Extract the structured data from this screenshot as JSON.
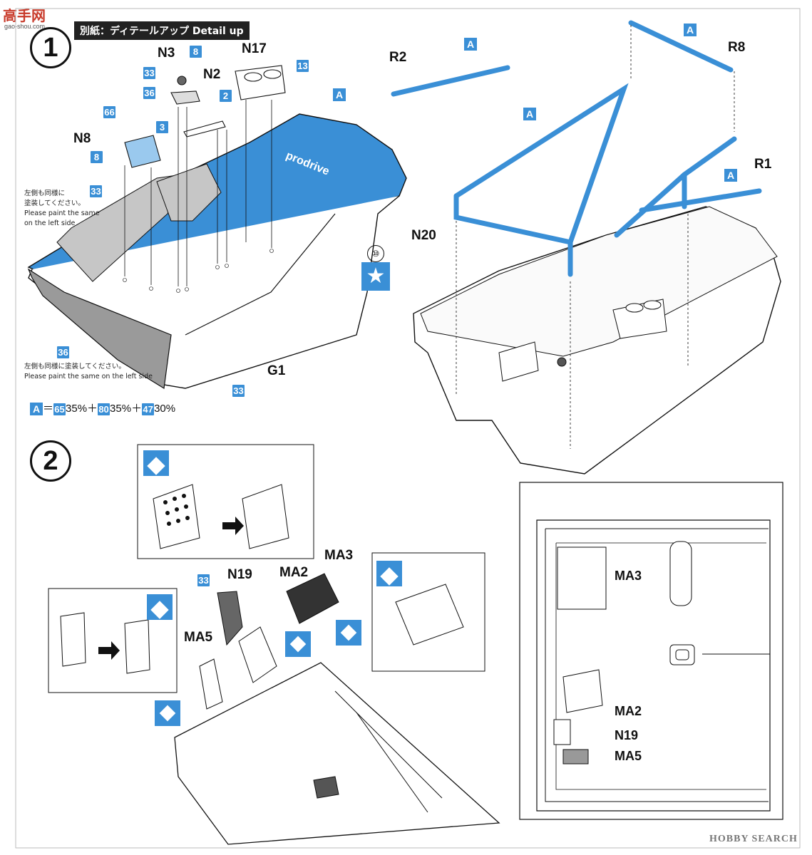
{
  "watermark": {
    "site_chars": "高手网",
    "site_url": "gao-shou.com"
  },
  "banner": {
    "text": "別紙：ディテールアップ Detail up"
  },
  "steps": {
    "one": "1",
    "two": "2"
  },
  "color_key": "A",
  "formula": {
    "a": "A",
    "eq": "＝",
    "c1": "65",
    "p1": "35%＋",
    "c2": "80",
    "p2": "35%＋",
    "c3": "47",
    "p3": "30%"
  },
  "notes": {
    "left_side_1_jp": "左側も同様に",
    "left_side_1_jp2": "塗装してください。",
    "left_side_1_en1": "Please paint the same",
    "left_side_1_en2": "on the left side",
    "left_side_2_jp": "左側も同様に塗装してください。",
    "left_side_2_en": "Please paint the same on the left side"
  },
  "parts": {
    "N3": "N3",
    "N2": "N2",
    "N17": "N17",
    "N8": "N8",
    "G1": "G1",
    "R2": "R2",
    "R8": "R8",
    "R1": "R1",
    "N20": "N20",
    "N19": "N19",
    "MA2": "MA2",
    "MA3": "MA3",
    "MA5": "MA5"
  },
  "paint_codes": {
    "c33": "33",
    "c36": "36",
    "c8": "8",
    "c13": "13",
    "c2": "2",
    "c66": "66",
    "c3": "3"
  },
  "decal_ref": "⑩",
  "brand_text": "prodrive",
  "footer": {
    "logo": "HOBBY SEARCH"
  },
  "colors": {
    "cabin_blue": "#3a8fd6",
    "shell_gray": "#9a9a9a"
  }
}
